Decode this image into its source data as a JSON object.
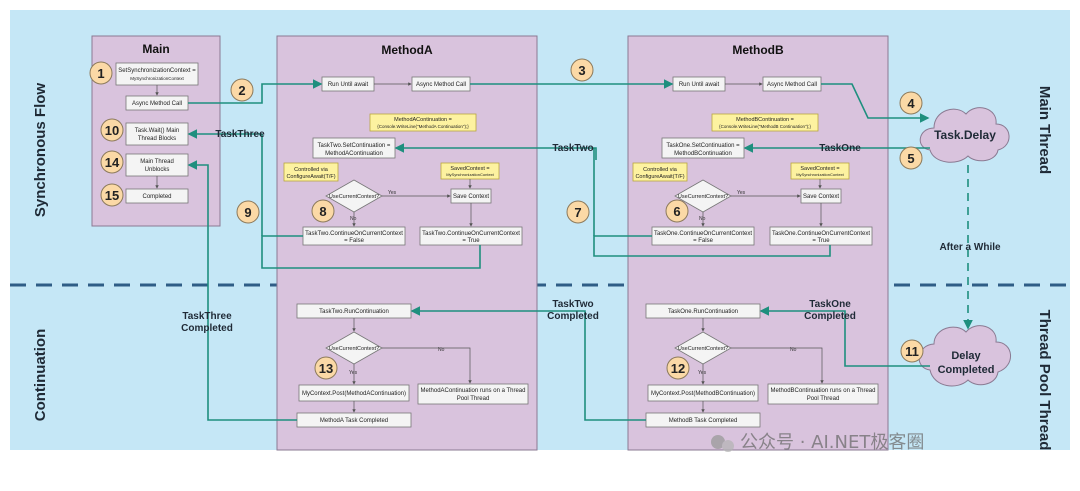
{
  "side_labels": {
    "synchronous_flow": "Synchronous Flow",
    "continuation": "Continuation",
    "main_thread": "Main Thread",
    "thread_pool_thread": "Thread Pool Thread"
  },
  "frames": {
    "main": "Main",
    "method_a": "MethodA",
    "method_b": "MethodB"
  },
  "main_boxes": {
    "set_sync_context": [
      "SetSynchronizationContext =",
      "MySynchronizationContext"
    ],
    "async_method_call": "Async Method Call",
    "task_wait": [
      "Task.Wait() Main",
      "Thread Blocks"
    ],
    "main_unblocks": [
      "Main Thread",
      "Unblocks"
    ],
    "completed": "Completed"
  },
  "method_a": {
    "run_until_await": "Run Until await",
    "async_method_call": "Async Method Call",
    "continuation_note": [
      "MethodAContinuation =",
      "{Console.WriteLine(\"MethodA Continuation\");}"
    ],
    "set_continuation": [
      "TaskTwo.SetContinuation =",
      "MethodAContinuation"
    ],
    "controlled_note": [
      "Controlled via",
      "ConfigureAwait(T/F)"
    ],
    "saved_context_note": [
      "SavedContext =",
      "MySynchronizationContext"
    ],
    "use_current_context": "UseCurrentContext?",
    "yes": "Yes",
    "no": "No",
    "save_context": "Save Context",
    "continue_false": [
      "TaskTwo.ContinueOnCurrentContext",
      "= False"
    ],
    "continue_true": [
      "TaskTwo.ContinueOnCurrentContext",
      "= True"
    ],
    "run_continuation": "TaskTwo.RunContinuation",
    "post": "MyContext.Post(MethodAContinuation)",
    "threadpool_runs": [
      "MethodAContinuation runs on a Thread",
      "Pool Thread"
    ],
    "task_completed": "MethodA Task Completed"
  },
  "method_b": {
    "run_until_await": "Run Until await",
    "async_method_call": "Async Method Call",
    "continuation_note": [
      "MethodBContinuation =",
      "{Console.WriteLine(\"MethodB Continuation\");}"
    ],
    "set_continuation": [
      "TaskOne.SetContinuation =",
      "MethodBContinuation"
    ],
    "controlled_note": [
      "Controlled via",
      "ConfigureAwait(T/F)"
    ],
    "saved_context_note": [
      "SavedContext =",
      "MySynchronizationContext"
    ],
    "use_current_context": "UseCurrentContext?",
    "yes": "Yes",
    "no": "No",
    "save_context": "Save Context",
    "continue_false": [
      "TaskOne.ContinueOnCurrentContext",
      "= False"
    ],
    "continue_true": [
      "TaskOne.ContinueOnCurrentContext",
      "= True"
    ],
    "run_continuation": "TaskOne.RunContinuation",
    "post": "MyContext.Post(MethodBContinuation)",
    "threadpool_runs": [
      "MethodBContinuation runs on a Thread",
      "Pool Thread"
    ],
    "task_completed": "MethodB Task Completed"
  },
  "clouds": {
    "task_delay": "Task.Delay",
    "delay_completed": [
      "Delay",
      "Completed"
    ]
  },
  "arrow_labels": {
    "task_three": "TaskThree",
    "task_two": "TaskTwo",
    "task_one": "TaskOne",
    "after_a_while": "After a While",
    "task_three_completed": [
      "TaskThree",
      "Completed"
    ],
    "task_two_completed": [
      "TaskTwo",
      "Completed"
    ],
    "task_one_completed": [
      "TaskOne",
      "Completed"
    ]
  },
  "badges": [
    "1",
    "2",
    "3",
    "4",
    "5",
    "6",
    "7",
    "8",
    "9",
    "10",
    "11",
    "12",
    "13",
    "14",
    "15"
  ],
  "watermark": "公众号 · AI.NET极客圈",
  "colors": {
    "background_panel": "#c5e7f6",
    "frame_fill": "#d9c3dd",
    "connector": "#1e8f7e",
    "badge": "#fbd9a6",
    "divider": "#2f5d86",
    "note": "#fdf2a0"
  }
}
